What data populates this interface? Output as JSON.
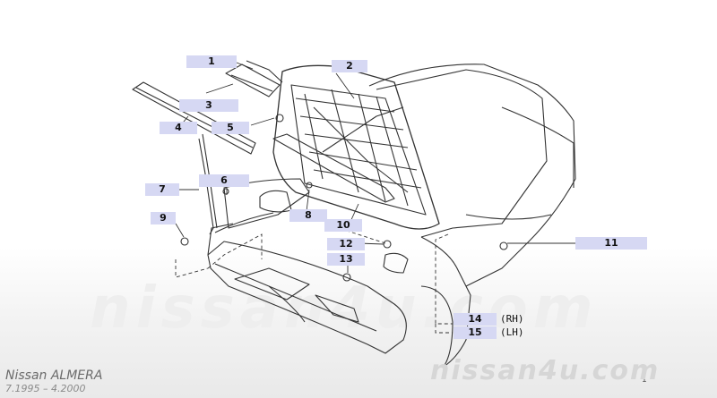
{
  "diagram": {
    "colors": {
      "label_bg": "#d6d8f3",
      "line": "#333333",
      "watermark": "#eeeeee"
    },
    "labels": [
      {
        "id": "1",
        "text": "1"
      },
      {
        "id": "2",
        "text": "2"
      },
      {
        "id": "3",
        "text": "3"
      },
      {
        "id": "4",
        "text": "4"
      },
      {
        "id": "5",
        "text": "5"
      },
      {
        "id": "6",
        "text": "6"
      },
      {
        "id": "7",
        "text": "7"
      },
      {
        "id": "8",
        "text": "8"
      },
      {
        "id": "9",
        "text": "9"
      },
      {
        "id": "10",
        "text": "10"
      },
      {
        "id": "11",
        "text": "11"
      },
      {
        "id": "12",
        "text": "12"
      },
      {
        "id": "13",
        "text": "13"
      },
      {
        "id": "14",
        "text": "14"
      },
      {
        "id": "15",
        "text": "15"
      }
    ],
    "side_labels": {
      "rh": "(RH)",
      "lh": "(LH)"
    },
    "watermark_center": "nissan4u.com",
    "watermark_corner": "nissan4u.com",
    "model": {
      "name": "Nissan  ALMERA",
      "dates": "7.1995  –  4.2000"
    },
    "page_mark": "1"
  }
}
